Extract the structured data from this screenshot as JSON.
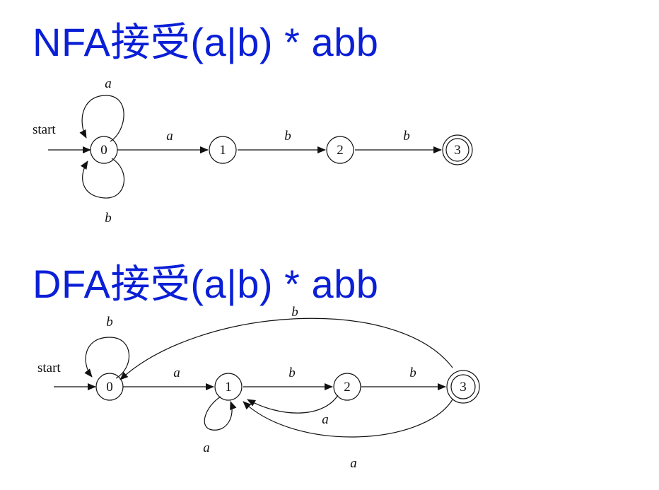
{
  "colors": {
    "title": "#0a1fd6",
    "diagram_ink": "#111111"
  },
  "nfa": {
    "title": "NFA接受(a|b) * abb",
    "start_label": "start",
    "states": [
      "0",
      "1",
      "2",
      "3"
    ],
    "accepting": [
      "3"
    ],
    "transitions": [
      {
        "from": "0",
        "to": "0",
        "label": "a"
      },
      {
        "from": "0",
        "to": "0",
        "label": "b"
      },
      {
        "from": "0",
        "to": "1",
        "label": "a"
      },
      {
        "from": "1",
        "to": "2",
        "label": "b"
      },
      {
        "from": "2",
        "to": "3",
        "label": "b"
      }
    ]
  },
  "dfa": {
    "title": "DFA接受(a|b) * abb",
    "start_label": "start",
    "states": [
      "0",
      "1",
      "2",
      "3"
    ],
    "accepting": [
      "3"
    ],
    "transitions": [
      {
        "from": "0",
        "to": "0",
        "label": "b"
      },
      {
        "from": "0",
        "to": "1",
        "label": "a"
      },
      {
        "from": "1",
        "to": "1",
        "label": "a"
      },
      {
        "from": "1",
        "to": "2",
        "label": "b"
      },
      {
        "from": "2",
        "to": "1",
        "label": "a"
      },
      {
        "from": "2",
        "to": "3",
        "label": "b"
      },
      {
        "from": "3",
        "to": "1",
        "label": "a"
      },
      {
        "from": "3",
        "to": "0",
        "label": "b"
      }
    ]
  }
}
